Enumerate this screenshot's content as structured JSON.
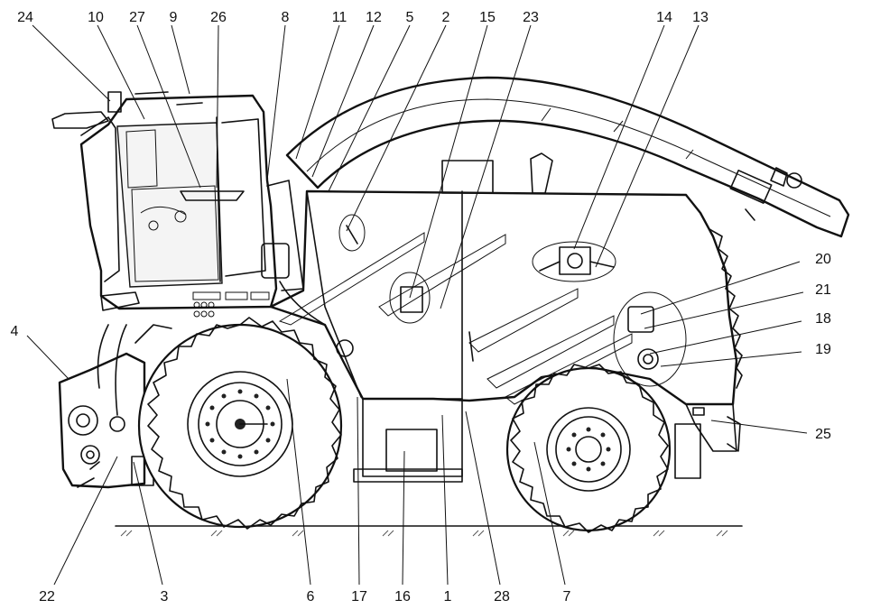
{
  "title": "",
  "callouts": [
    {
      "id": "c24",
      "label": "24"
    },
    {
      "id": "c10",
      "label": "10"
    },
    {
      "id": "c27",
      "label": "27"
    },
    {
      "id": "c9",
      "label": "9"
    },
    {
      "id": "c26",
      "label": "26"
    },
    {
      "id": "c8",
      "label": "8"
    },
    {
      "id": "c11",
      "label": "11"
    },
    {
      "id": "c12",
      "label": "12"
    },
    {
      "id": "c5",
      "label": "5"
    },
    {
      "id": "c2",
      "label": "2"
    },
    {
      "id": "c15",
      "label": "15"
    },
    {
      "id": "c23",
      "label": "23"
    },
    {
      "id": "c14",
      "label": "14"
    },
    {
      "id": "c13",
      "label": "13"
    },
    {
      "id": "c20",
      "label": "20"
    },
    {
      "id": "c21",
      "label": "21"
    },
    {
      "id": "c18",
      "label": "18"
    },
    {
      "id": "c19",
      "label": "19"
    },
    {
      "id": "c25",
      "label": "25"
    },
    {
      "id": "c4",
      "label": "4"
    },
    {
      "id": "c22",
      "label": "22"
    },
    {
      "id": "c3",
      "label": "3"
    },
    {
      "id": "c6",
      "label": "6"
    },
    {
      "id": "c17",
      "label": "17"
    },
    {
      "id": "c16",
      "label": "16"
    },
    {
      "id": "c1",
      "label": "1"
    },
    {
      "id": "c28",
      "label": "28"
    },
    {
      "id": "c7",
      "label": "7"
    }
  ]
}
